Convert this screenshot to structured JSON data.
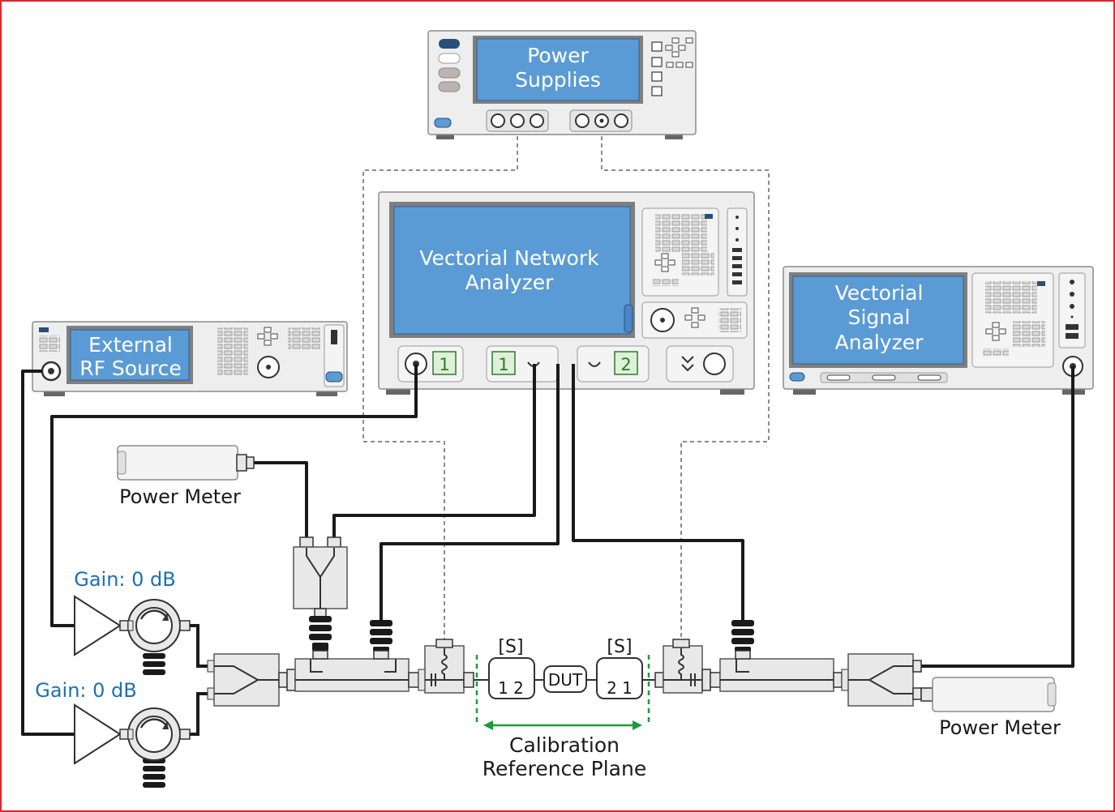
{
  "frame": {
    "border_color": "#d9272e"
  },
  "colors": {
    "screen": "#5b9bd5",
    "chassis": "#eeeeee",
    "chassis_stroke": "#8c8c8c",
    "cable": "#1a1a1a",
    "control_line": "#8c8c8c",
    "gain_label": "#1f6fb5",
    "cal_plane": "#1a9b3c"
  },
  "instruments": {
    "power_supplies": {
      "line1": "Power",
      "line2": "Supplies"
    },
    "vna": {
      "line1": "Vectorial Network",
      "line2": "Analyzer",
      "port1_a": "1",
      "port1_b": "1",
      "port2": "2"
    },
    "vsa": {
      "line1": "Vectorial",
      "line2": "Signal",
      "line3": "Analyzer"
    },
    "rf_source": {
      "line1": "External",
      "line2": "RF Source"
    }
  },
  "labels": {
    "power_meter_top": "Power Meter",
    "power_meter_bottom": "Power Meter",
    "gain_top": "Gain: 0 dB",
    "gain_bottom": "Gain: 0 dB",
    "s_left": "[S]",
    "s_right": "[S]",
    "s_left_ports": "1 2",
    "s_right_ports": "2 1",
    "dut": "DUT",
    "cal_line1": "Calibration",
    "cal_line2": "Reference Plane"
  }
}
